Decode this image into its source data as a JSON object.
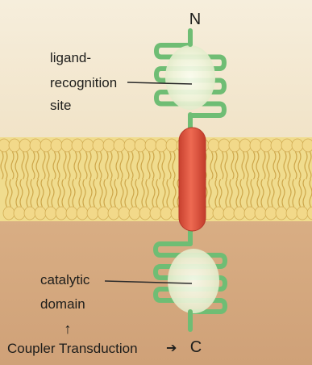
{
  "labels": {
    "n_terminus": "N",
    "c_terminus": "C",
    "ligand_site": [
      "ligand-",
      "recognition",
      "site"
    ],
    "catalytic_domain": [
      "catalytic",
      "domain"
    ],
    "up_arrow": "↑",
    "coupler_transduction": "Coupler Transduction",
    "right_arrow": "➔"
  },
  "colors": {
    "extracellular": "#f3e7cf",
    "membrane": "#efdb8a",
    "cytoplasm": "#d3a77d",
    "protein_loop": "#6ebd74",
    "transmembrane_helix": "#e4533f",
    "binding_pocket": "#eef3dc"
  }
}
